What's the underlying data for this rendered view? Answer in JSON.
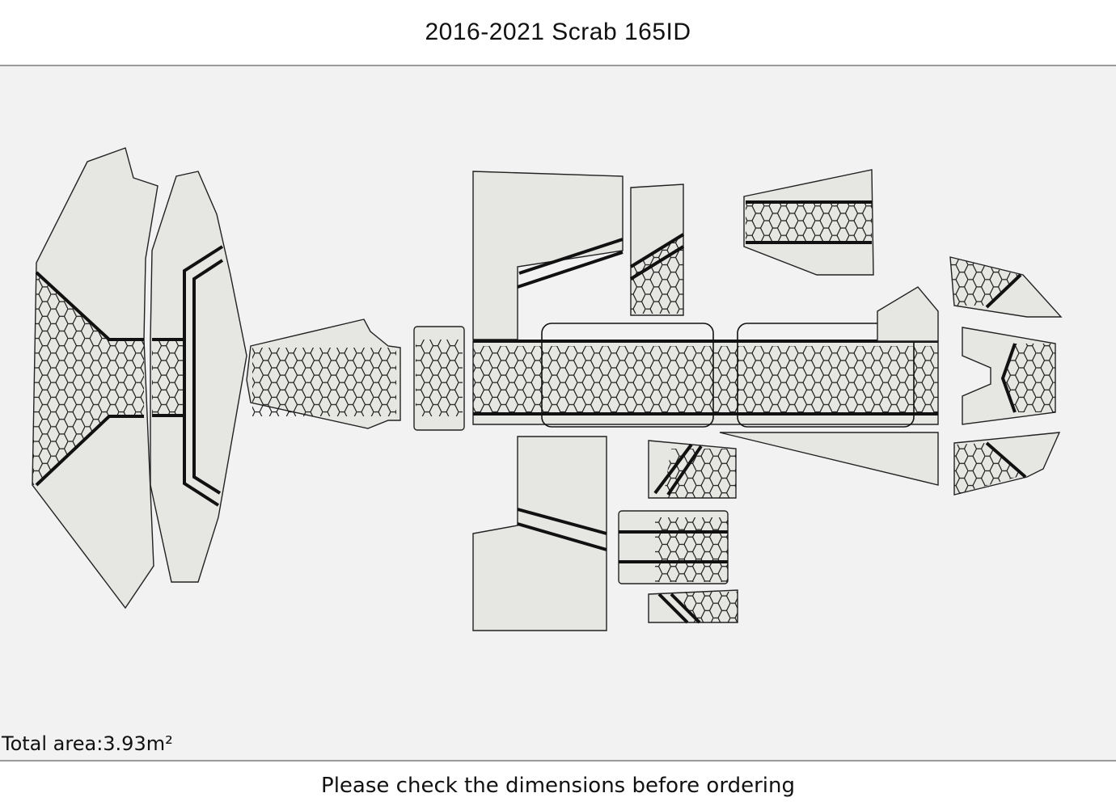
{
  "header": {
    "title": "2016-2021   Scrab 165ID"
  },
  "footer": {
    "total_area": "Total area:3.93m²",
    "note": "Please check the dimensions before ordering"
  },
  "colors": {
    "background": "#f2f2f2",
    "panel_fill": "#e6e6e3",
    "outline": "#222222",
    "stripe": "#111111"
  },
  "pattern": {
    "name": "hexagon-icon"
  }
}
